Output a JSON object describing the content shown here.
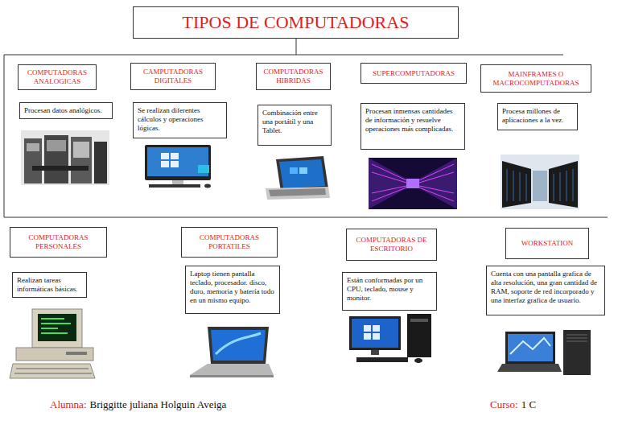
{
  "diagram": {
    "title": "TIPOS DE COMPUTADORAS",
    "nodes": [
      {
        "text": [
          "COMPUTADORAS ANALOGICAS"
        ]
      },
      {
        "text": [
          "Procesan datos analógicos."
        ]
      },
      {
        "text": [
          "CAMPUTADORAS DIGITALES"
        ]
      },
      {
        "text": [
          "Se realizan diferentes cálculos y operaciones lógicas."
        ]
      },
      {
        "text": [
          "COMPUTADORAS HIBRIDAS"
        ]
      },
      {
        "text": [
          "Combinación entre una portátil y una Tablet."
        ]
      },
      {
        "text": [
          "SUPERCOMPUTADORAS"
        ]
      },
      {
        "text": [
          "Procesan inmensas cantidades de información y resuelve operaciones más complicadas."
        ]
      },
      {
        "text": [
          "MAINFRAMES O MACROCOMPUTADORAS"
        ]
      },
      {
        "text": [
          "Procesa millones de aplicaciones a la vez."
        ]
      },
      {
        "text": [
          "COMPUTADORAS PERSONALES"
        ]
      },
      {
        "text": [
          "Realizan tareas informáticas básicas."
        ]
      },
      {
        "text": [
          "COMPUTADORAS PORTATILES"
        ]
      },
      {
        "text": [
          "Laptop tienen pantalla teclado, procesador. disco, duro, memoria y batería todo en un mismo equipo."
        ]
      },
      {
        "text": [
          "COMPUTADORAS DE ESCRITORIO"
        ]
      },
      {
        "text": [
          "Están conformadas por un CPU, teclado, mouse y monitor."
        ]
      },
      {
        "text": [
          "WORKSTATION"
        ]
      },
      {
        "text": [
          "Cuenta con una pantalla grafica de alta resolución, una gran cantidad de RAM, soporte de red incorporado y una interfaz grafica de usuario."
        ]
      }
    ],
    "labels": [
      "Alumna:",
      "Briggitte juliana Holguin Aveiga",
      "Curso:",
      "1 C"
    ]
  }
}
